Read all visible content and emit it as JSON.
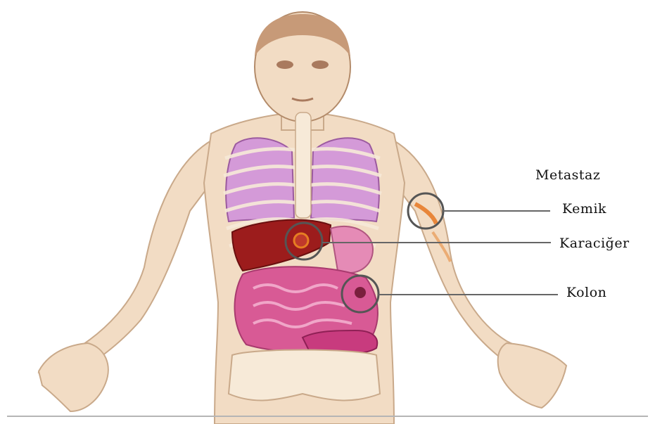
{
  "diagram": {
    "heading": "Metastaz",
    "labels": [
      {
        "id": "kemik",
        "text": "Kemik"
      },
      {
        "id": "karaciger",
        "text": "Karaciğer"
      },
      {
        "id": "kolon",
        "text": "Kolon"
      }
    ]
  },
  "colors": {
    "skin": "#f2dcc4",
    "bone": "#f7ead8",
    "lung": "#d49ad8",
    "liver": "#9c1c1c",
    "intestine": "#d85a95",
    "marker": "#555555",
    "leader": "#666666"
  }
}
